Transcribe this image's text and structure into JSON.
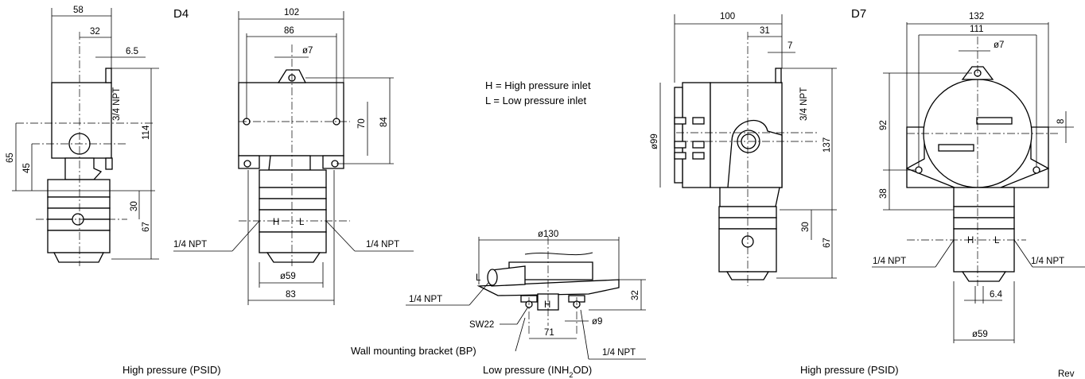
{
  "titles": {
    "d4": "D4",
    "d7": "D7"
  },
  "legend": {
    "high": "H = High pressure inlet",
    "low": "L = Low pressure inlet"
  },
  "captions": {
    "left": "High pressure (PSID)",
    "center_prefix": "Low pressure (INH",
    "center_sub": "2",
    "center_suffix": "OD)",
    "right": "High pressure (PSID)",
    "wall_bracket": "Wall mounting bracket (BP)",
    "rev": "Rev"
  },
  "d4_side": {
    "w58": "58",
    "w32": "32",
    "w6_5": "6.5",
    "npt34": "3/4 NPT",
    "h114": "114",
    "h65": "65",
    "h45": "45",
    "h30": "30",
    "h67": "67"
  },
  "d4_front": {
    "w102": "102",
    "w86": "86",
    "d7": "ø7",
    "h70": "70",
    "h84": "84",
    "h": "H",
    "l": "L",
    "npt_l": "1/4 NPT",
    "npt_r": "1/4 NPT",
    "d59": "ø59",
    "w83": "83"
  },
  "center": {
    "d130": "ø130",
    "l": "L",
    "h": "H",
    "npt_l": "1/4 NPT",
    "sw22": "SW22",
    "h32": "32",
    "d9": "ø9",
    "w71": "71",
    "npt_b": "1/4 NPT"
  },
  "d7_side": {
    "w100": "100",
    "w31": "31",
    "w7": "7",
    "d99": "ø99",
    "npt34": "3/4 NPT",
    "h137": "137",
    "h30": "30",
    "h67": "67"
  },
  "d7_front": {
    "w132": "132",
    "w111": "111",
    "d7": "ø7",
    "h92": "92",
    "h38": "38",
    "h8": "8",
    "h": "H",
    "l": "L",
    "npt_l": "1/4 NPT",
    "npt_r": "1/4 NPT",
    "w6_4": "6.4",
    "d59": "ø59"
  }
}
